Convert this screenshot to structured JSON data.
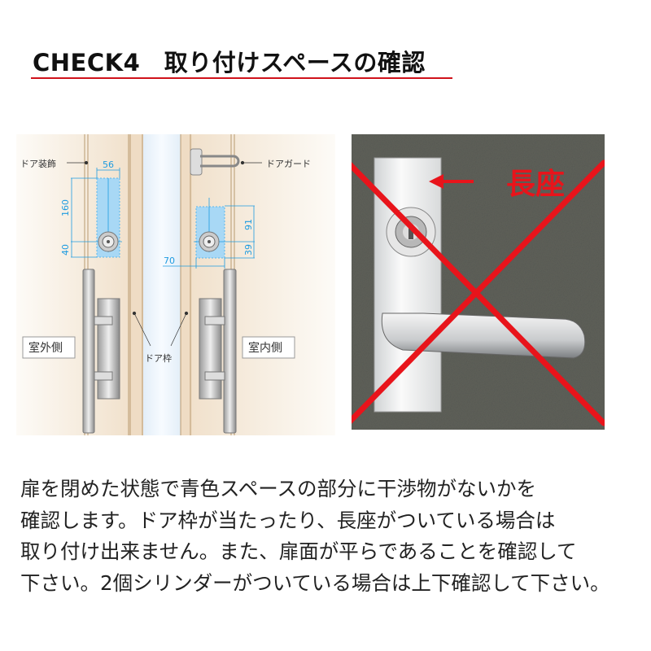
{
  "header": {
    "title": "CHECK4　取り付けスペースの確認",
    "accent_color": "#d0121b"
  },
  "diagram": {
    "labels": {
      "door_decoration": "ドア装飾",
      "door_guard": "ドアガード",
      "door_frame": "ドア枠",
      "outdoor_side": "室外側",
      "indoor_side": "室内側"
    },
    "dimensions": {
      "outer_width": "56",
      "outer_height_upper": "160",
      "outer_height_lower": "40",
      "inner_width": "70",
      "inner_height_upper": "91",
      "inner_height_lower": "39"
    },
    "space_color": "#a8d8f5"
  },
  "photo": {
    "label": "長座",
    "mark": "cross-out",
    "mark_color": "#e8141b"
  },
  "description": {
    "lines": [
      "扉を閉めた状態で青色スペースの部分に干渉物がないかを",
      "確認します。ドア枠が当たったり、長座がついている場合は",
      "取り付け出来ません。また、扉面が平らであることを確認して",
      "下さい。2個シリンダーがついている場合は上下確認して下さい。"
    ]
  }
}
